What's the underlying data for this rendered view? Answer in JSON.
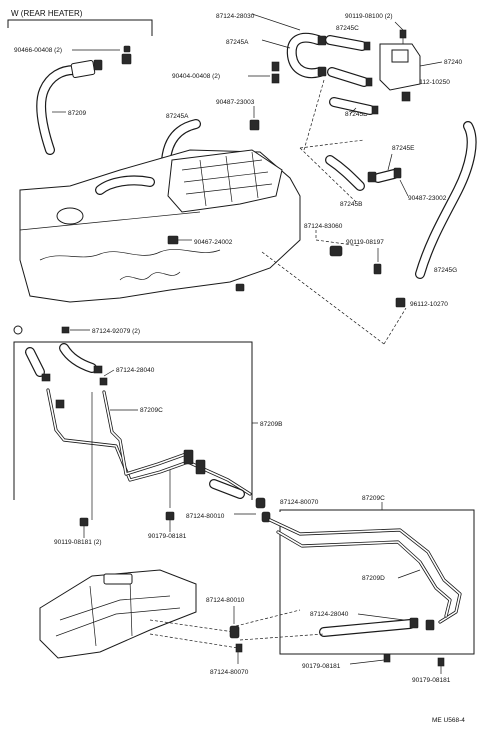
{
  "labels": {
    "rear_heater": "W (REAR HEATER)",
    "p90466_00408": "90466-00408 (2)",
    "p87209": "87209",
    "p87124_28030": "87124-28030",
    "p90119_08100": "90119-08100 (2)",
    "p87245a": "87245A",
    "p87245c": "87245C",
    "p87240": "87240",
    "p90404_00408": "90404-00408 (2)",
    "p90112_10250": "90112-10250",
    "p87245d": "87245D",
    "p90487_23003_a": "90487-23003",
    "p87245a_2": "87245A",
    "p87245e": "87245E",
    "p87245b": "87245B",
    "p90487_23002": "90487-23002",
    "p87124_83060": "87124-83060",
    "p90119_08197": "90119-08197",
    "p90467_24002": "90467-24002",
    "p87245g": "87245G",
    "p96112_10270": "96112-10270",
    "p87124_92079": "87124-92079 (2)",
    "p87124_28040_a": "87124-28040",
    "p87209c_a": "87209C",
    "p87209b": "87209B",
    "p87124_80070": "87124-80070",
    "p87124_80010_a": "87124-80010",
    "p90119_08181_a": "90119-08181 (2)",
    "p90179_08181_a": "90179-08181",
    "p87209c_b": "87209C",
    "p87209d": "87209D",
    "p87124_80010_b": "87124-80010",
    "p87124_28040_b": "87124-28040",
    "p90179_08181_b": "90179-08181",
    "p87124_80070_b": "87124-80070",
    "p90179_08181_c": "90179-08181",
    "ref_code": "ME U568-4"
  }
}
